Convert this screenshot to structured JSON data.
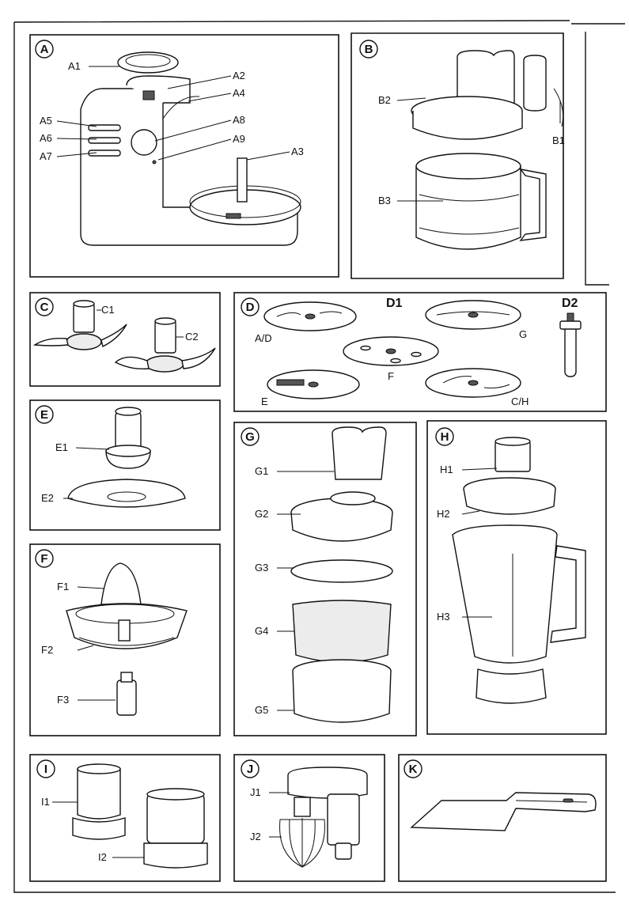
{
  "panels": {
    "A": {
      "letter": "A",
      "labels": {
        "a1": "A1",
        "a2": "A2",
        "a3": "A3",
        "a4": "A4",
        "a5": "A5",
        "a6": "A6",
        "a7": "A7",
        "a8": "A8",
        "a9": "A9"
      }
    },
    "B": {
      "letter": "B",
      "labels": {
        "b1": "B1",
        "b2": "B2",
        "b3": "B3"
      }
    },
    "C": {
      "letter": "C",
      "labels": {
        "c1": "C1",
        "c2": "C2"
      }
    },
    "D": {
      "letter": "D",
      "labels": {
        "d1": "D1",
        "d2": "D2",
        "ad": "A/D",
        "g": "G",
        "f": "F",
        "e": "E",
        "ch": "C/H"
      }
    },
    "E": {
      "letter": "E",
      "labels": {
        "e1": "E1",
        "e2": "E2"
      }
    },
    "F": {
      "letter": "F",
      "labels": {
        "f1": "F1",
        "f2": "F2",
        "f3": "F3"
      }
    },
    "G": {
      "letter": "G",
      "labels": {
        "g1": "G1",
        "g2": "G2",
        "g3": "G3",
        "g4": "G4",
        "g5": "G5"
      }
    },
    "H": {
      "letter": "H",
      "labels": {
        "h1": "H1",
        "h2": "H2",
        "h3": "H3"
      }
    },
    "I": {
      "letter": "I",
      "labels": {
        "i1": "I1",
        "i2": "I2"
      }
    },
    "J": {
      "letter": "J",
      "labels": {
        "j1": "J1",
        "j2": "J2"
      }
    },
    "K": {
      "letter": "K",
      "labels": {}
    }
  }
}
